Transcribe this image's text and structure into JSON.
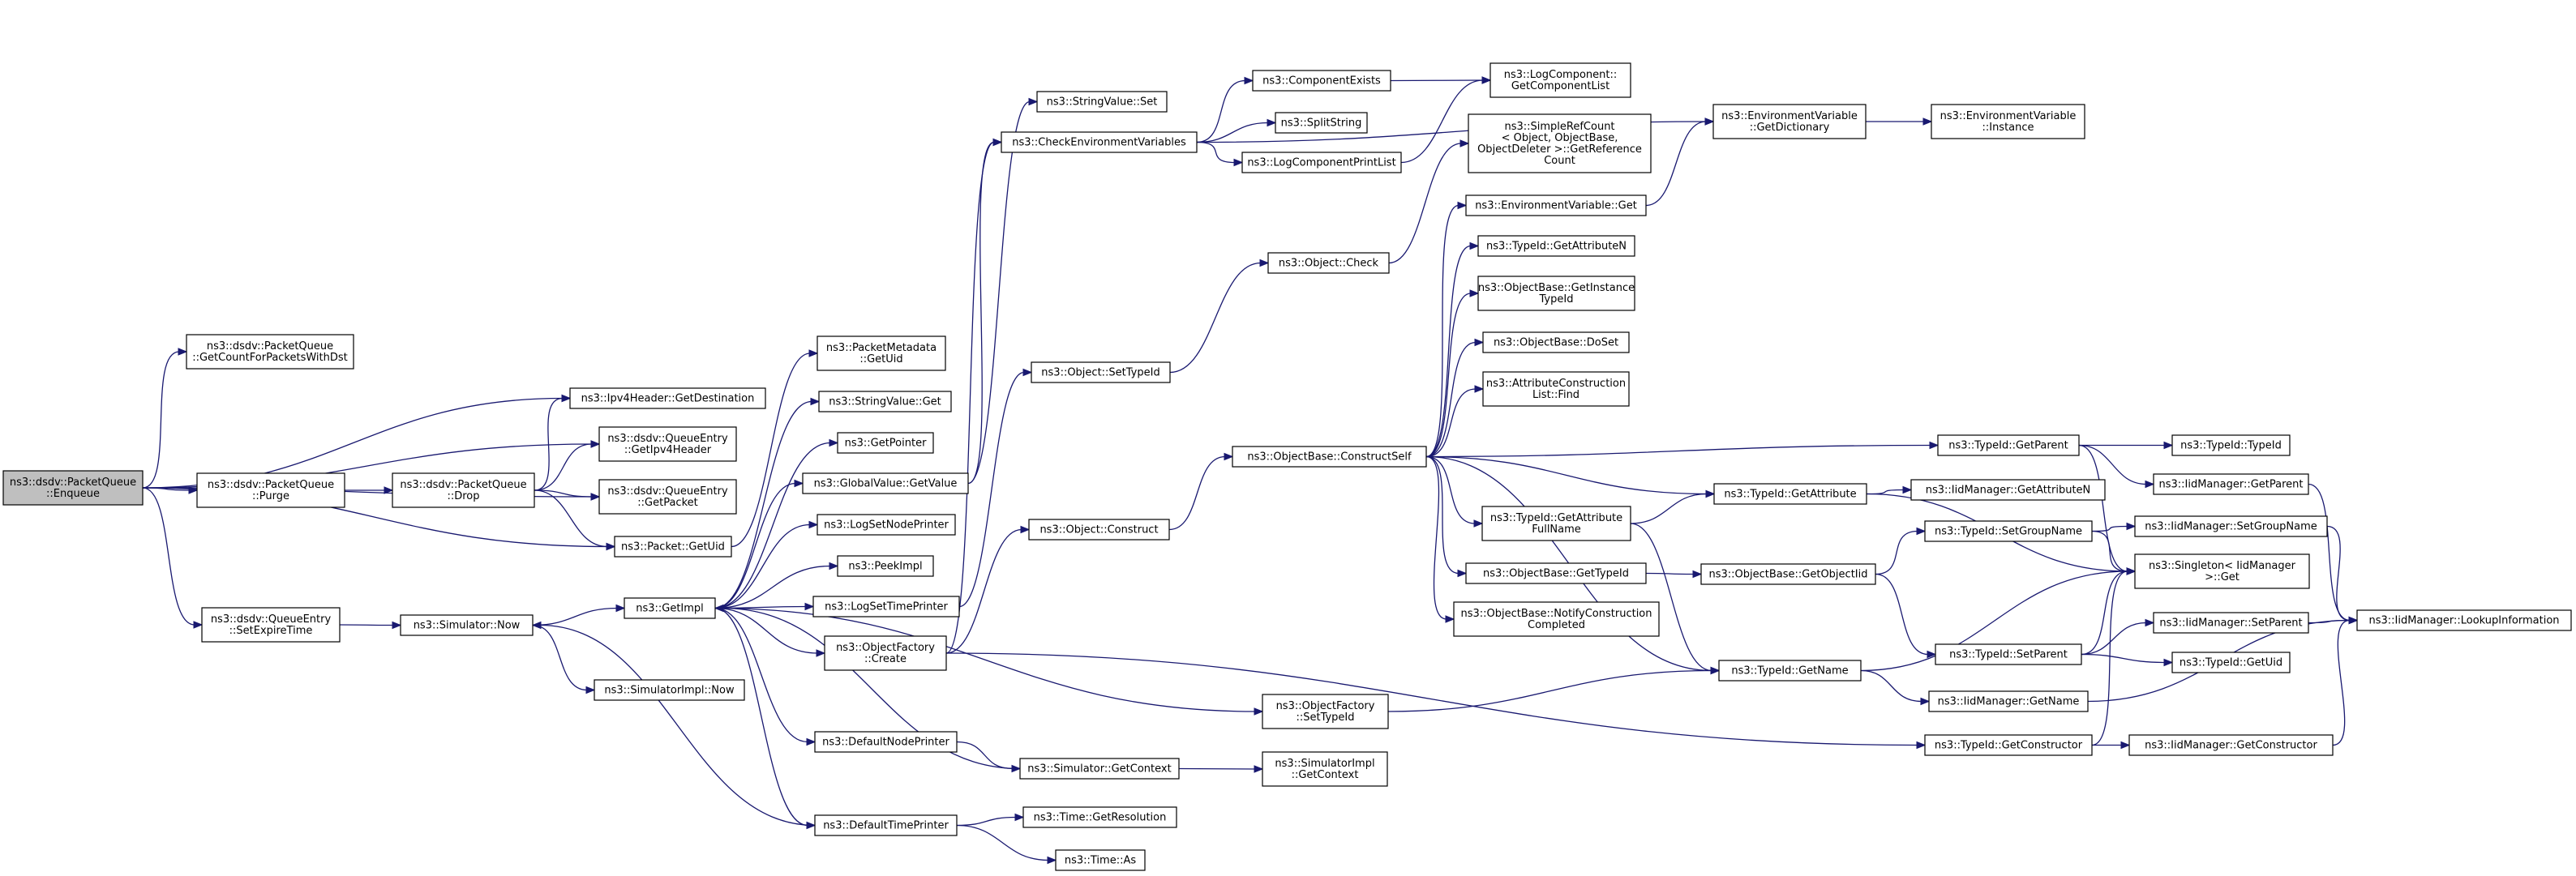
{
  "nodes": [
    {
      "id": "n0",
      "lines": [
        "ns3::dsdv::PacketQueue",
        "::Enqueue"
      ],
      "root": true
    },
    {
      "id": "n1",
      "lines": [
        "ns3::dsdv::PacketQueue",
        "::GetCountForPacketsWithDst"
      ]
    },
    {
      "id": "n2",
      "lines": [
        "ns3::Ipv4Header::GetDestination"
      ]
    },
    {
      "id": "n3",
      "lines": [
        "ns3::dsdv::QueueEntry",
        "::GetIpv4Header"
      ]
    },
    {
      "id": "n4",
      "lines": [
        "ns3::dsdv::PacketQueue",
        "::Purge"
      ]
    },
    {
      "id": "n5",
      "lines": [
        "ns3::dsdv::PacketQueue",
        "::Drop"
      ]
    },
    {
      "id": "n6",
      "lines": [
        "ns3::dsdv::QueueEntry",
        "::GetPacket"
      ]
    },
    {
      "id": "n7",
      "lines": [
        "ns3::Packet::GetUid"
      ]
    },
    {
      "id": "n8",
      "lines": [
        "ns3::dsdv::QueueEntry",
        "::SetExpireTime"
      ]
    },
    {
      "id": "n9",
      "lines": [
        "ns3::Simulator::Now"
      ]
    },
    {
      "id": "n10",
      "lines": [
        "ns3::SimulatorImpl::Now"
      ]
    },
    {
      "id": "n11",
      "lines": [
        "ns3::GetImpl"
      ]
    },
    {
      "id": "n12",
      "lines": [
        "ns3::PacketMetadata",
        "::GetUid"
      ]
    },
    {
      "id": "n13",
      "lines": [
        "ns3::StringValue::Get"
      ]
    },
    {
      "id": "n14",
      "lines": [
        "ns3::GetPointer"
      ]
    },
    {
      "id": "n15",
      "lines": [
        "ns3::GlobalValue::GetValue"
      ]
    },
    {
      "id": "n16",
      "lines": [
        "ns3::LogSetNodePrinter"
      ]
    },
    {
      "id": "n17",
      "lines": [
        "ns3::PeekImpl"
      ]
    },
    {
      "id": "n18",
      "lines": [
        "ns3::LogSetTimePrinter"
      ]
    },
    {
      "id": "n19",
      "lines": [
        "ns3::ObjectFactory",
        "::Create"
      ]
    },
    {
      "id": "n20",
      "lines": [
        "ns3::DefaultNodePrinter"
      ]
    },
    {
      "id": "n21",
      "lines": [
        "ns3::DefaultTimePrinter"
      ]
    },
    {
      "id": "n22",
      "lines": [
        "ns3::StringValue::Set"
      ]
    },
    {
      "id": "n23",
      "lines": [
        "ns3::CheckEnvironmentVariables"
      ]
    },
    {
      "id": "n24",
      "lines": [
        "ns3::Object::SetTypeId"
      ]
    },
    {
      "id": "n25",
      "lines": [
        "ns3::Object::Construct"
      ]
    },
    {
      "id": "n26",
      "lines": [
        "ns3::ObjectFactory",
        "::SetTypeId"
      ]
    },
    {
      "id": "n27",
      "lines": [
        "ns3::Simulator::GetContext"
      ]
    },
    {
      "id": "n28",
      "lines": [
        "ns3::Time::GetResolution"
      ]
    },
    {
      "id": "n29",
      "lines": [
        "ns3::Time::As"
      ]
    },
    {
      "id": "n30",
      "lines": [
        "ns3::ComponentExists"
      ]
    },
    {
      "id": "n31",
      "lines": [
        "ns3::SplitString"
      ]
    },
    {
      "id": "n32",
      "lines": [
        "ns3::LogComponentPrintList"
      ]
    },
    {
      "id": "n33",
      "lines": [
        "ns3::Object::Check"
      ]
    },
    {
      "id": "n34",
      "lines": [
        "ns3::ObjectBase::ConstructSelf"
      ]
    },
    {
      "id": "n35",
      "lines": [
        "ns3::SimulatorImpl",
        "::GetContext"
      ]
    },
    {
      "id": "n36",
      "lines": [
        "ns3::LogComponent::",
        "GetComponentList"
      ]
    },
    {
      "id": "n37",
      "lines": [
        "ns3::SimpleRefCount",
        "< Object, ObjectBase,",
        "ObjectDeleter >::GetReference",
        "Count"
      ]
    },
    {
      "id": "n38",
      "lines": [
        "ns3::EnvironmentVariable::Get"
      ]
    },
    {
      "id": "n39",
      "lines": [
        "ns3::TypeId::GetAttributeN"
      ]
    },
    {
      "id": "n40",
      "lines": [
        "ns3::ObjectBase::GetInstance",
        "TypeId"
      ]
    },
    {
      "id": "n41",
      "lines": [
        "ns3::ObjectBase::DoSet"
      ]
    },
    {
      "id": "n42",
      "lines": [
        "ns3::AttributeConstruction",
        "List::Find"
      ]
    },
    {
      "id": "n43",
      "lines": [
        "ns3::TypeId::GetAttribute",
        "FullName"
      ]
    },
    {
      "id": "n44",
      "lines": [
        "ns3::ObjectBase::GetTypeId"
      ]
    },
    {
      "id": "n45",
      "lines": [
        "ns3::ObjectBase::NotifyConstruction",
        "Completed"
      ]
    },
    {
      "id": "n46",
      "lines": [
        "ns3::EnvironmentVariable",
        "::GetDictionary"
      ]
    },
    {
      "id": "n47",
      "lines": [
        "ns3::TypeId::GetAttribute"
      ]
    },
    {
      "id": "n48",
      "lines": [
        "ns3::ObjectBase::GetObjectIid"
      ]
    },
    {
      "id": "n49",
      "lines": [
        "ns3::TypeId::GetName"
      ]
    },
    {
      "id": "n50",
      "lines": [
        "ns3::EnvironmentVariable",
        "::Instance"
      ]
    },
    {
      "id": "n51",
      "lines": [
        "ns3::TypeId::GetParent"
      ]
    },
    {
      "id": "n52",
      "lines": [
        "ns3::IidManager::GetAttributeN"
      ]
    },
    {
      "id": "n53",
      "lines": [
        "ns3::TypeId::SetGroupName"
      ]
    },
    {
      "id": "n54",
      "lines": [
        "ns3::TypeId::SetParent"
      ]
    },
    {
      "id": "n55",
      "lines": [
        "ns3::IidManager::GetName"
      ]
    },
    {
      "id": "n56",
      "lines": [
        "ns3::TypeId::GetConstructor"
      ]
    },
    {
      "id": "n57",
      "lines": [
        "ns3::TypeId::TypeId"
      ]
    },
    {
      "id": "n58",
      "lines": [
        "ns3::IidManager::GetParent"
      ]
    },
    {
      "id": "n59",
      "lines": [
        "ns3::IidManager::SetGroupName"
      ]
    },
    {
      "id": "n60",
      "lines": [
        "ns3::Singleton< IidManager",
        ">::Get"
      ]
    },
    {
      "id": "n61",
      "lines": [
        "ns3::IidManager::SetParent"
      ]
    },
    {
      "id": "n62",
      "lines": [
        "ns3::TypeId::GetUid"
      ]
    },
    {
      "id": "n63",
      "lines": [
        "ns3::IidManager::GetConstructor"
      ]
    },
    {
      "id": "n64",
      "lines": [
        "ns3::IidManager::LookupInformation"
      ]
    }
  ],
  "edges": [
    [
      "n0",
      "n1"
    ],
    [
      "n0",
      "n2"
    ],
    [
      "n0",
      "n3"
    ],
    [
      "n0",
      "n4"
    ],
    [
      "n0",
      "n6"
    ],
    [
      "n0",
      "n7"
    ],
    [
      "n0",
      "n8"
    ],
    [
      "n4",
      "n5"
    ],
    [
      "n5",
      "n2"
    ],
    [
      "n5",
      "n3"
    ],
    [
      "n5",
      "n6"
    ],
    [
      "n5",
      "n7"
    ],
    [
      "n8",
      "n9"
    ],
    [
      "n9",
      "n10"
    ],
    [
      "n9",
      "n11"
    ],
    [
      "n7",
      "n12"
    ],
    [
      "n11",
      "n13"
    ],
    [
      "n11",
      "n14"
    ],
    [
      "n11",
      "n15"
    ],
    [
      "n11",
      "n16"
    ],
    [
      "n11",
      "n17"
    ],
    [
      "n11",
      "n18"
    ],
    [
      "n11",
      "n19"
    ],
    [
      "n11",
      "n20"
    ],
    [
      "n11",
      "n21"
    ],
    [
      "n11",
      "n26"
    ],
    [
      "n15",
      "n22"
    ],
    [
      "n15",
      "n23"
    ],
    [
      "n18",
      "n24"
    ],
    [
      "n19",
      "n25"
    ],
    [
      "n19",
      "n23"
    ],
    [
      "n19",
      "n56"
    ],
    [
      "n20",
      "n27"
    ],
    [
      "n27",
      "n11"
    ],
    [
      "n27",
      "n35"
    ],
    [
      "n21",
      "n28"
    ],
    [
      "n21",
      "n29"
    ],
    [
      "n21",
      "n9"
    ],
    [
      "n23",
      "n30"
    ],
    [
      "n23",
      "n31"
    ],
    [
      "n23",
      "n32"
    ],
    [
      "n23",
      "n46"
    ],
    [
      "n30",
      "n36"
    ],
    [
      "n32",
      "n36"
    ],
    [
      "n24",
      "n33"
    ],
    [
      "n25",
      "n34"
    ],
    [
      "n26",
      "n49"
    ],
    [
      "n33",
      "n37"
    ],
    [
      "n34",
      "n38"
    ],
    [
      "n34",
      "n39"
    ],
    [
      "n34",
      "n40"
    ],
    [
      "n34",
      "n41"
    ],
    [
      "n34",
      "n42"
    ],
    [
      "n34",
      "n43"
    ],
    [
      "n34",
      "n44"
    ],
    [
      "n34",
      "n45"
    ],
    [
      "n34",
      "n47"
    ],
    [
      "n34",
      "n49"
    ],
    [
      "n34",
      "n51"
    ],
    [
      "n38",
      "n46"
    ],
    [
      "n46",
      "n50"
    ],
    [
      "n43",
      "n47"
    ],
    [
      "n43",
      "n49"
    ],
    [
      "n44",
      "n48"
    ],
    [
      "n48",
      "n53"
    ],
    [
      "n48",
      "n54"
    ],
    [
      "n47",
      "n52"
    ],
    [
      "n47",
      "n60"
    ],
    [
      "n49",
      "n55"
    ],
    [
      "n49",
      "n60"
    ],
    [
      "n51",
      "n57"
    ],
    [
      "n51",
      "n58"
    ],
    [
      "n51",
      "n60"
    ],
    [
      "n53",
      "n59"
    ],
    [
      "n53",
      "n60"
    ],
    [
      "n54",
      "n60"
    ],
    [
      "n54",
      "n61"
    ],
    [
      "n54",
      "n62"
    ],
    [
      "n56",
      "n63"
    ],
    [
      "n56",
      "n60"
    ],
    [
      "n58",
      "n64"
    ],
    [
      "n59",
      "n64"
    ],
    [
      "n61",
      "n64"
    ],
    [
      "n55",
      "n64"
    ],
    [
      "n63",
      "n64"
    ]
  ]
}
